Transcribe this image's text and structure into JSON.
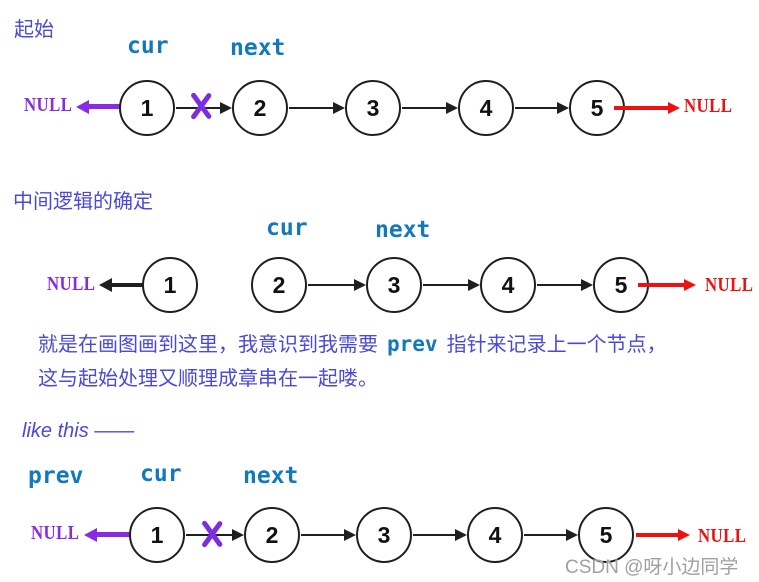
{
  "palette": {
    "heading_text": "#4a49d8",
    "pointer_label_blue": "#1379bd",
    "null_purple": "#8a2be2",
    "null_red": "#ee1111",
    "arrow_black": "#1f1f1f",
    "cross_purple": "#7e2ce0",
    "watermark_gray": "#a0a0a0"
  },
  "section_start": {
    "title": "起始",
    "cur_label": "cur",
    "next_label": "next",
    "null_left": "NULL",
    "null_right": "NULL",
    "nodes": [
      "1",
      "2",
      "3",
      "4",
      "5"
    ]
  },
  "section_middle": {
    "title": "中间逻辑的确定",
    "cur_label": "cur",
    "next_label": "next",
    "null_left": "NULL",
    "null_right": "NULL",
    "nodes": [
      "1",
      "2",
      "3",
      "4",
      "5"
    ],
    "note_line1_before": "就是在画图画到这里，我意识到我需要",
    "note_keyword": "prev",
    "note_line1_after": "指针来记录上一个节点，",
    "note_line2": "这与起始处理又顺理成章串在一起喽。"
  },
  "section_like_this": {
    "lead": "like this ——",
    "prev_label": "prev",
    "cur_label": "cur",
    "next_label": "next",
    "null_left": "NULL",
    "null_right": "NULL",
    "nodes": [
      "1",
      "2",
      "3",
      "4",
      "5"
    ]
  },
  "watermark": "CSDN @呀小边同学"
}
